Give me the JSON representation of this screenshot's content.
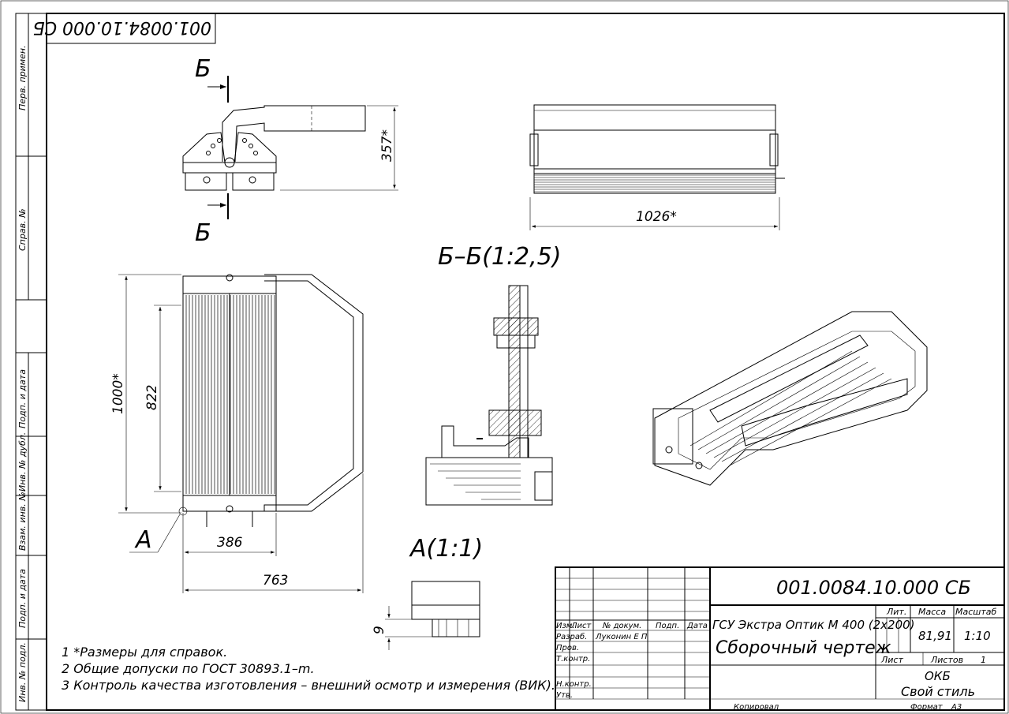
{
  "frame": {
    "stamp_rotated": "001.0084.10.000 СБ",
    "side_labels": [
      "Перв. примен.",
      "Справ. №",
      "Подп. и дата",
      "Инв. № дубл.",
      "Взам. инв. №",
      "Подп. и дата",
      "Инв. № подл."
    ]
  },
  "views": {
    "section_mark": "Б",
    "dim_height": "357*",
    "dim_length": "1026*",
    "section_title": "Б–Б(1:2,5)",
    "dim_1000": "1000*",
    "dim_822": "822",
    "dim_386": "386",
    "dim_763": "763",
    "detail_mark": "А",
    "detail_title": "А(1:1)",
    "dim_9": "9"
  },
  "notes": [
    "1  *Размеры для справок.",
    "2  Общие допуски по ГОСТ 30893.1–m.",
    "3  Контроль качества изготовления – внешний осмотр и измерения (ВИК)."
  ],
  "title_block": {
    "designation": "001.0084.10.000 СБ",
    "product_name": "ГСУ Экстра Оптик М 400 (2х200)",
    "document_type": "Сборочный чертеж",
    "col_izm": "Изм.",
    "col_list": "Лист",
    "col_doc": "№ докум.",
    "col_sign": "Подп.",
    "col_date": "Дата",
    "row_razrab": "Разраб.",
    "razrab_name": "Луконин Е П",
    "row_prov": "Пров.",
    "row_tkontr": "Т.контр.",
    "row_nkontr": "Н.контр.",
    "row_utv": "Утв.",
    "lit_label": "Лит.",
    "mass_label": "Масса",
    "scale_label": "Масштаб",
    "mass_value": "81,91",
    "scale_value": "1:10",
    "sheet_label": "Лист",
    "sheets_label": "Листов",
    "sheets_value": "1",
    "org_line1": "ОКБ",
    "org_line2": "Свой стиль",
    "copied_label": "Копировал",
    "format_label": "Формат",
    "format_value": "А3"
  }
}
